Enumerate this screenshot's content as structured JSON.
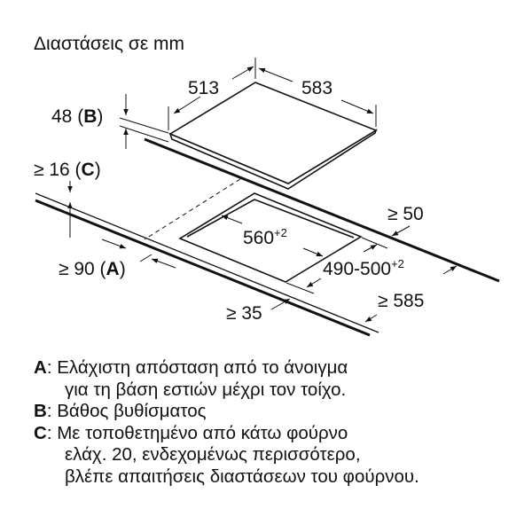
{
  "title": "Διαστάσεις σε mm",
  "dimensions": {
    "hob_depth": "513",
    "hob_width": "583",
    "sink_depth": "48",
    "sink_depth_key": "B",
    "worktop_thickness": "≥ 16",
    "worktop_thickness_key": "C",
    "wall_distance": "≥ 90",
    "wall_distance_key": "A",
    "cutout_width": "560",
    "cutout_width_tol": "+2",
    "cutout_depth": "490-500",
    "cutout_depth_tol": "+2",
    "side_clearance": "≥ 50",
    "worktop_depth": "≥ 585",
    "front_clearance": "≥ 35"
  },
  "legend": [
    {
      "key": "A",
      "lines": [
        "Ελάχιστη απόσταση από το άνοιγμα",
        "για τη βάση εστιών μέχρι τον τοίχο."
      ]
    },
    {
      "key": "B",
      "lines": [
        "Βάθος βυθίσματος"
      ]
    },
    {
      "key": "C",
      "lines": [
        "Με τοποθετημένο από κάτω φούρνο",
        "ελάχ. 20, ενδεχομένως περισσότερο,",
        "βλέπε απαιτήσεις διαστάσεων του φούρνου."
      ]
    }
  ]
}
